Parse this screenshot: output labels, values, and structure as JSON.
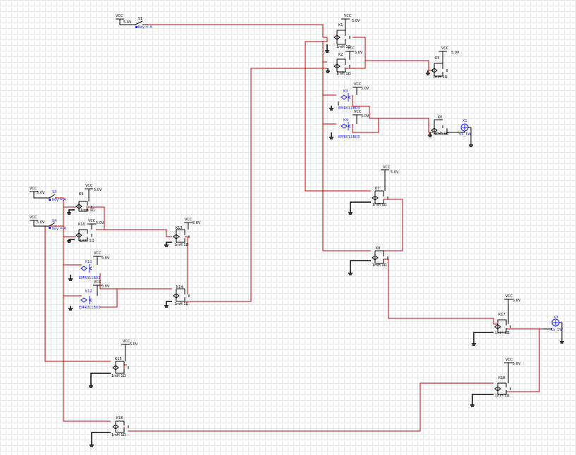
{
  "labels": {
    "vcc": "VCC",
    "v5": "5.0V",
    "coil": "1mH 1Ω",
    "led": "EMR011B03",
    "bulb": "5V_1W",
    "key": "Key = A",
    "s1": "S1",
    "s3": "S3",
    "s4": "S4",
    "x1": "X1",
    "x3": "X3",
    "k1": "K1",
    "k2": "K2",
    "k3": "K3",
    "k4": "K4",
    "k5": "K5",
    "k6": "K6",
    "k7": "K7",
    "k8": "K8",
    "k9": "K9",
    "k10": "K10",
    "k11": "K11",
    "k12": "K12",
    "k13": "K13",
    "k14": "K14",
    "k15": "K15",
    "k16": "K16",
    "k17": "K17",
    "k18": "K18"
  },
  "colors": {
    "wire": "#c00000",
    "component": "#000000",
    "special": "#1a1aff",
    "grid": "#e6e6e6"
  }
}
